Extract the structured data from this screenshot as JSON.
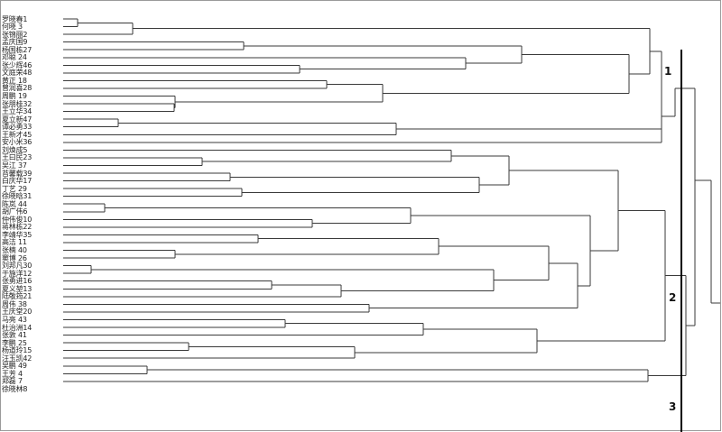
{
  "leaves": [
    "罗晓春1",
    "何晓 3",
    "张锦丽2",
    "孟庆国9",
    "杨国栋27",
    "邓聪 24",
    "张少辉46",
    "文庭荣48",
    "黄正 18",
    "曾润喜28",
    "周鹏 19",
    "张朋桂32",
    "王立华34",
    "夏立新47",
    "谭必勇33",
    "王新才45",
    "安小米36",
    "刘焕成5",
    "王曰民23",
    "吴江 37",
    "苔馨载39",
    "白庆华17",
    "丁艺 29",
    "徐晓晗31",
    "陈岚 44",
    "胡广伟6",
    "仲伟俊10",
    "蒋林栋22",
    "李靖华35",
    "高洁 11",
    "张楠 40",
    "窦博 26",
    "刘邦凡30",
    "于施洋12",
    "张勇进16",
    "夏义堃13",
    "陆敬筠21",
    "周伟 38",
    "王庆堂20",
    "马亮 43",
    "杜治洲14",
    "张敦 41",
    "李鹏 25",
    "杨道玲15",
    "汪玉凯42",
    "吴鹏 49",
    "王芳 4",
    "郑磊 7",
    "徐晓林8"
  ],
  "cluster_labels": [
    "1",
    "2",
    "3"
  ],
  "colors": {
    "line": "#3a3a3a",
    "cut_line": "#000000",
    "frame": "#9a9a9a"
  }
}
